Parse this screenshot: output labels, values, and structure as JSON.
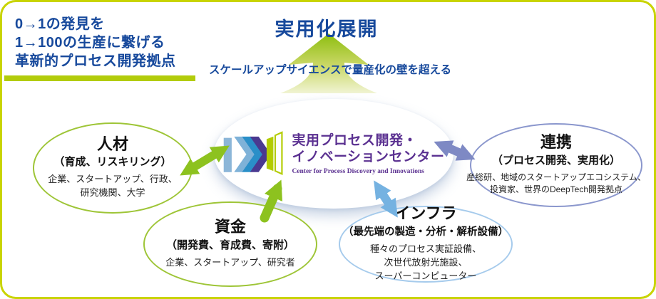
{
  "palette": {
    "frame_green": "#c9d400",
    "deep_blue": "#17499c",
    "green_arrow": "#8dc21f",
    "node_green_border": "#9ec537",
    "renkei_border": "#8b97cd",
    "infra_border": "#a6cbec",
    "blue_arrow": "#75b2e1",
    "periwinkle_arrow": "#7e89c4",
    "logo_purple": "#5b3191"
  },
  "heading": {
    "line1": "0→1の発見を",
    "line2": "1→100の生産に繋げる",
    "line3": "革新的プロセス開発拠点"
  },
  "goal": {
    "title": "実用化展開",
    "tagline": "スケールアップサイエンスで量産化の壁を超える"
  },
  "center": {
    "name_line1": "実用プロセス開発・",
    "name_line2": "イノベーションセンター",
    "name_en": "Center for Process Discovery and Innovations"
  },
  "nodes": {
    "jinzai": {
      "title": "人材",
      "subtitle": "（育成、リスキリング）",
      "body": "企業、スタートアップ、行政、\n研究機関、大学"
    },
    "shikin": {
      "title": "資金",
      "subtitle": "（開発費、育成費、寄附）",
      "body": "企業、スタートアップ、研究者"
    },
    "renkei": {
      "title": "連携",
      "subtitle": "（プロセス開発、実用化）",
      "body": "産総研、地域のスタートアップエコシステム、\n投資家、世界のDeepTech開発拠点"
    },
    "infra": {
      "title": "インフラ",
      "subtitle": "（最先端の製造・分析・解析設備）",
      "body": "種々のプロセス実証設備、\n次世代放射光施設、\nスーパーコンピューター"
    }
  }
}
